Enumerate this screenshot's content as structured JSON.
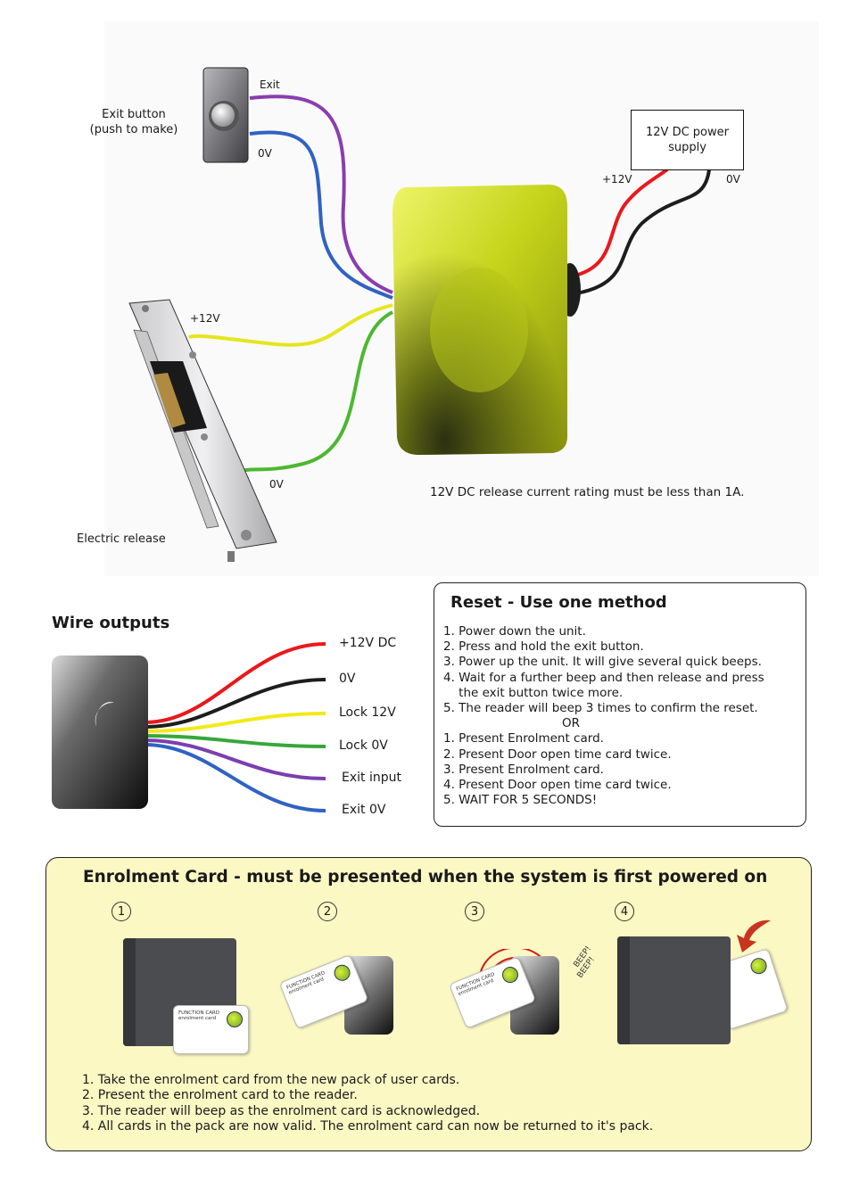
{
  "top_diagram": {
    "exit_button_label": "Exit button\n(push to make)",
    "exit_wire_label": "Exit",
    "exit_0v_label": "0V",
    "psu_label": "12V DC power\nsupply",
    "psu_plus_label": "+12V",
    "psu_0v_label": "0V",
    "release_plus_label": "+12V",
    "release_0v_label": "0V",
    "electric_release_label": "Electric release",
    "note": "12V DC release current rating must be less than 1A."
  },
  "wire_outputs": {
    "title": "Wire outputs",
    "wires": [
      {
        "label": "+12V DC",
        "color": "#e8191c"
      },
      {
        "label": "0V",
        "color": "#1d1d1d"
      },
      {
        "label": "Lock 12V",
        "color": "#f2ea18"
      },
      {
        "label": "Lock 0V",
        "color": "#35a83a"
      },
      {
        "label": "Exit input",
        "color": "#7a3fb0"
      },
      {
        "label": "Exit 0V",
        "color": "#2f62c4"
      }
    ]
  },
  "reset": {
    "title": "Reset - Use one method",
    "lines": [
      "1. Power down the unit.",
      "2. Press and hold the exit button.",
      "3. Power up the unit. It will give several quick beeps.",
      "4. Wait for a further beep and then release and press",
      "    the exit button twice more.",
      "5. The reader will beep 3 times to confirm the reset.",
      "                               OR",
      "1. Present Enrolment card.",
      "2. Present Door open time card twice.",
      "3. Present Enrolment card.",
      "4. Present Door open time card twice.",
      "5. WAIT FOR 5 SECONDS!"
    ]
  },
  "enrolment": {
    "title": "Enrolment Card - must be presented when the system is first powered on",
    "step_numbers": [
      "1",
      "2",
      "3",
      "4"
    ],
    "card_title": "FUNCTION CARD",
    "card_subtitle": "enrolment card",
    "beep_text": "BEEP!",
    "steps": [
      "1. Take the enrolment card from the new pack of user cards.",
      "2. Present the enrolment card to the reader.",
      "3. The reader will beep as the enrolment card is acknowledged.",
      "4. All cards in the pack are now valid. The enrolment card can now be returned to it's pack."
    ]
  },
  "colors": {
    "reader_body": "#c9d81c",
    "enrol_background": "#fbf8c4",
    "wire_red": "#e8191c",
    "wire_black": "#1d1d1d",
    "wire_yellow": "#f2ea18",
    "wire_green": "#35a83a",
    "wire_purple": "#8a3db0",
    "wire_blue": "#2f62c4"
  }
}
